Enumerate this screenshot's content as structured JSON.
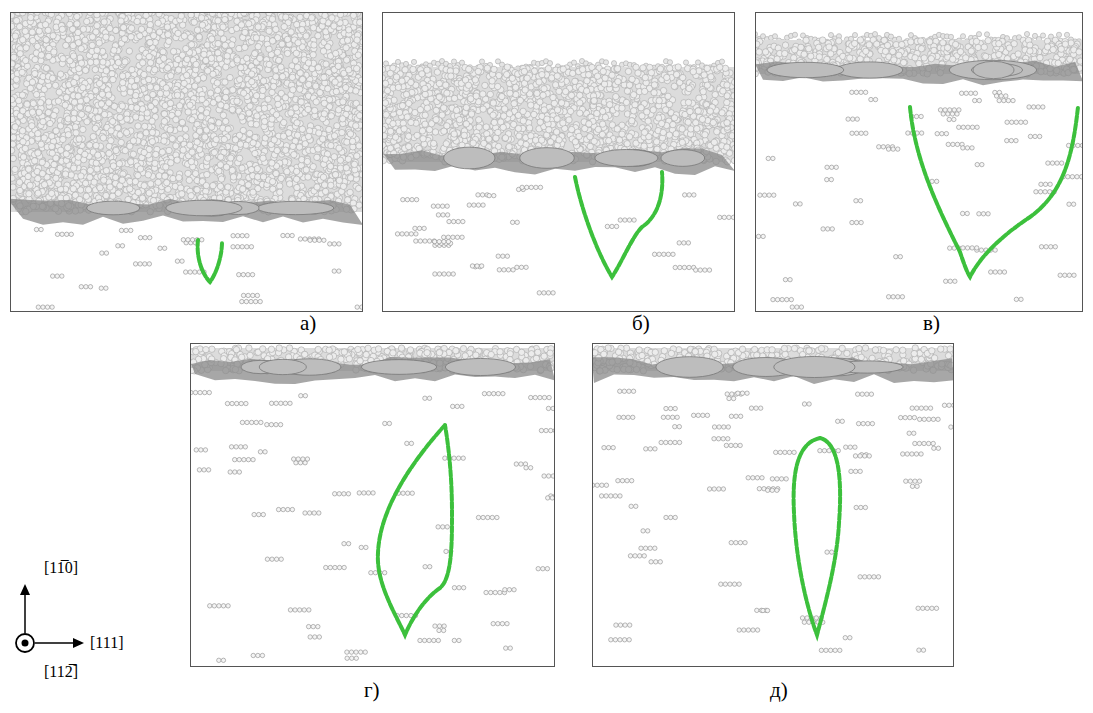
{
  "diagram": {
    "labels": [
      "а)",
      "б)",
      "в)",
      "г)",
      "д)",
      "[11̅0]",
      "[111]",
      "[112̅]"
    ]
  }
}
